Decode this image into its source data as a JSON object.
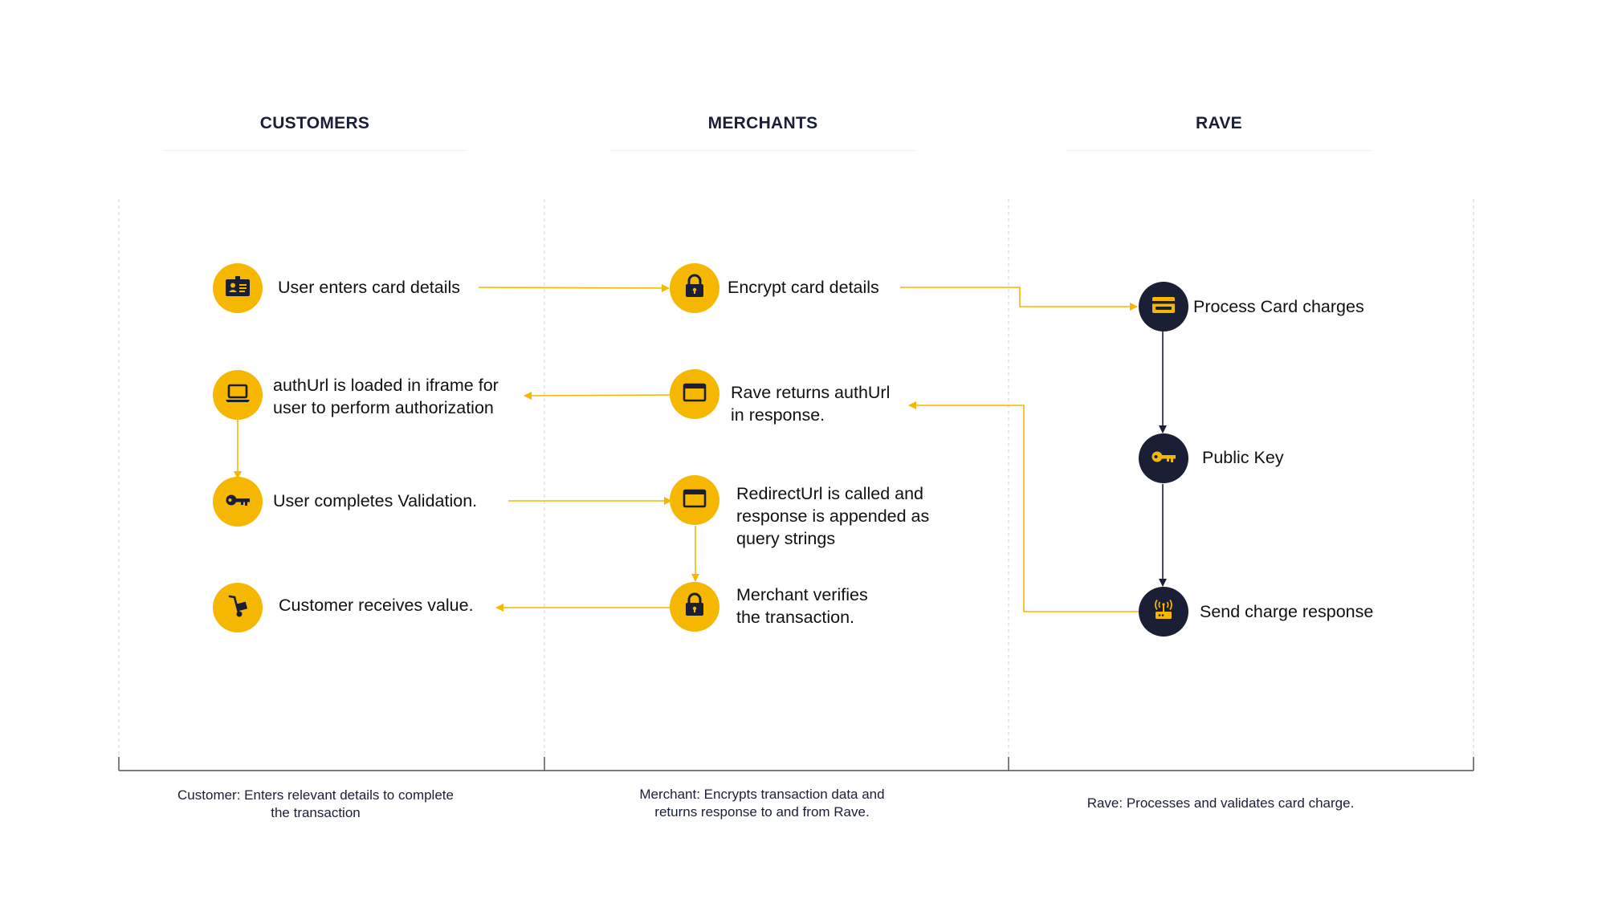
{
  "colors": {
    "accent": "#f5b700",
    "navy": "#1a1f36",
    "dashed_divider": "#d9d9d9",
    "bracket": "#555555"
  },
  "lanes": {
    "customers": {
      "title": "CUSTOMERS",
      "caption_line1": "Customer: Enters relevant details to complete",
      "caption_line2": "the transaction"
    },
    "merchants": {
      "title": "MERCHANTS",
      "caption_line1": "Merchant: Encrypts transaction data and",
      "caption_line2": "returns response to and from Rave."
    },
    "rave": {
      "title": "RAVE",
      "caption_line1": "Rave: Processes and validates card charge."
    }
  },
  "nodes": {
    "c1": {
      "icon": "id-card-icon",
      "line1": "User enters card details"
    },
    "c2": {
      "icon": "laptop-icon",
      "line1": "authUrl is loaded in iframe for",
      "line2": "user to perform authorization"
    },
    "c3": {
      "icon": "key-icon",
      "line1": "User completes Validation."
    },
    "c4": {
      "icon": "hand-truck-icon",
      "line1": "Customer receives value."
    },
    "m1": {
      "icon": "lock-icon",
      "line1": "Encrypt card details"
    },
    "m2": {
      "icon": "browser-window-icon",
      "line1": "Rave returns authUrl",
      "line2": "in response."
    },
    "m3": {
      "icon": "browser-window-icon",
      "line1": "RedirectUrl is called and",
      "line2": "response is appended as",
      "line3": "query strings"
    },
    "m4": {
      "icon": "lock-icon",
      "line1": "Merchant verifies",
      "line2": "the transaction."
    },
    "r1": {
      "icon": "credit-card-icon",
      "line1": "Process Card charges"
    },
    "r2": {
      "icon": "key-icon",
      "line1": "Public Key"
    },
    "r3": {
      "icon": "router-icon",
      "line1": "Send charge response"
    }
  }
}
